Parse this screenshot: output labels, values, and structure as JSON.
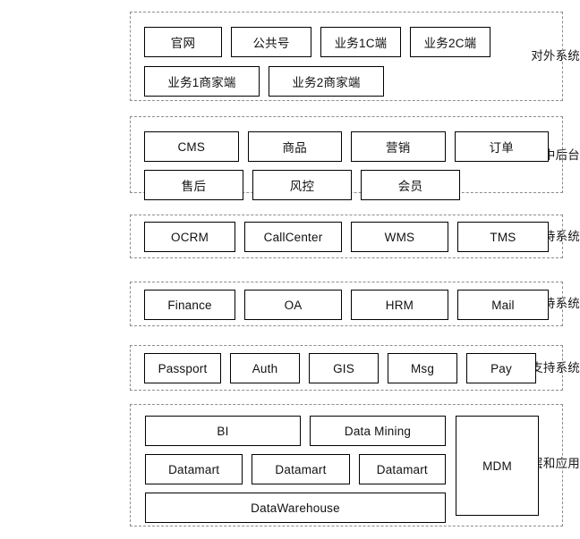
{
  "diagram": {
    "title": "",
    "style": {
      "band_border": "#8c8c8c",
      "node_border": "#000000",
      "background": "#ffffff",
      "text": "#111111"
    },
    "rows": [
      {
        "label": "对外系统",
        "lines": [
          [
            "官网",
            "公共号",
            "业务1C端",
            "业务2C端"
          ],
          [
            "业务1商家端",
            "业务2商家端"
          ]
        ]
      },
      {
        "label": "管理中后台",
        "lines": [
          [
            "CMS",
            "商品",
            "营销",
            "订单"
          ],
          [
            "售后",
            "风控",
            "会员"
          ]
        ]
      },
      {
        "label": "业务单元支持系统",
        "lines": [
          [
            "OCRM",
            "CallCenter",
            "WMS",
            "TMS"
          ]
        ]
      },
      {
        "label": "职能单元支持系统",
        "lines": [
          [
            "Finance",
            "OA",
            "HRM",
            "Mail"
          ]
        ]
      },
      {
        "label": "基础架构支持系统",
        "lines": [
          [
            "Passport",
            "Auth",
            "GIS",
            "Msg",
            "Pay"
          ]
        ]
      },
      {
        "label": "数据底层和应用",
        "lines": [
          [
            "BI",
            "Data Mining"
          ],
          [
            "Datamart",
            "Datamart",
            "Datamart"
          ],
          [
            "DataWarehouse"
          ]
        ],
        "side": [
          "MDM"
        ]
      }
    ]
  }
}
